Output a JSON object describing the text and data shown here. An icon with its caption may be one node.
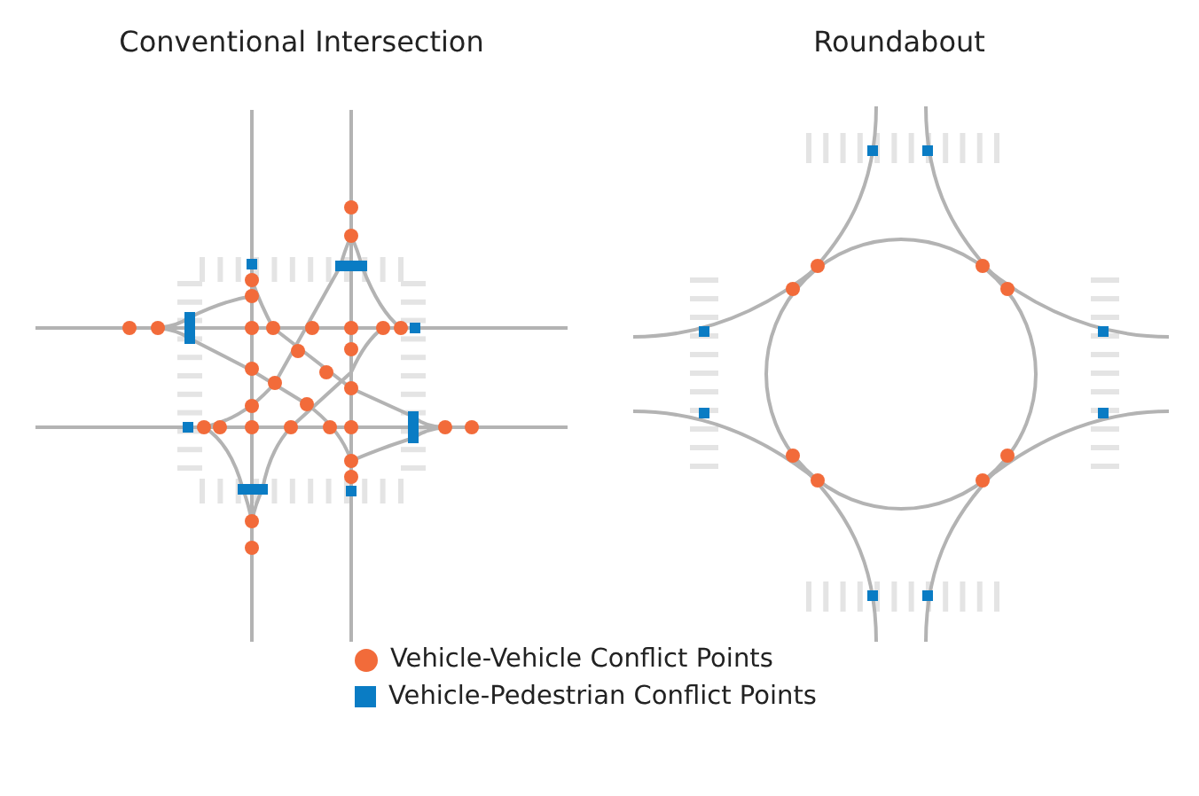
{
  "diagram": {
    "labels": [
      "Conventional Intersection",
      "Roundabout"
    ],
    "legend": [
      {
        "text": "Vehicle-Vehicle Conflict Points",
        "color": "#f26b3a"
      },
      {
        "text": "Vehicle-Pedestrian Conflict Points",
        "color": "#0a7cc4"
      }
    ]
  }
}
